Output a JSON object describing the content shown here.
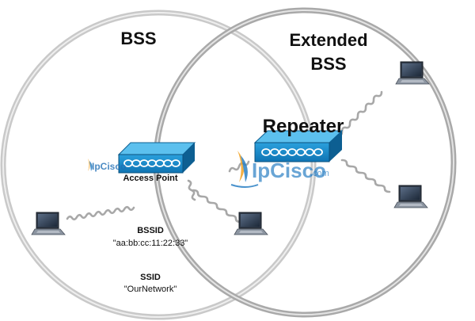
{
  "labels": {
    "bss": "BSS",
    "extended_bss_line1": "Extended",
    "extended_bss_line2": "BSS",
    "repeater": "Repeater",
    "access_point": "Access Point",
    "bssid_label": "BSSID",
    "bssid_value": "\"aa:bb:cc:11:22:33\"",
    "ssid_label": "SSID",
    "ssid_value": "\"OurNetwork\""
  },
  "watermark": {
    "brand_small": "IpCisco",
    "brand": "IpCisco",
    "suffix": ".com"
  },
  "icons": {
    "access_point": "access-point-icon",
    "repeater": "repeater-icon",
    "laptop": "laptop-icon"
  },
  "colors": {
    "device_blue": "#1a8fd0",
    "device_top": "#5cc0ee",
    "device_side": "#0d5f92",
    "circle": "#b8b8b8",
    "wave": "#a8a8a8",
    "watermark": "#1f6eb5"
  }
}
